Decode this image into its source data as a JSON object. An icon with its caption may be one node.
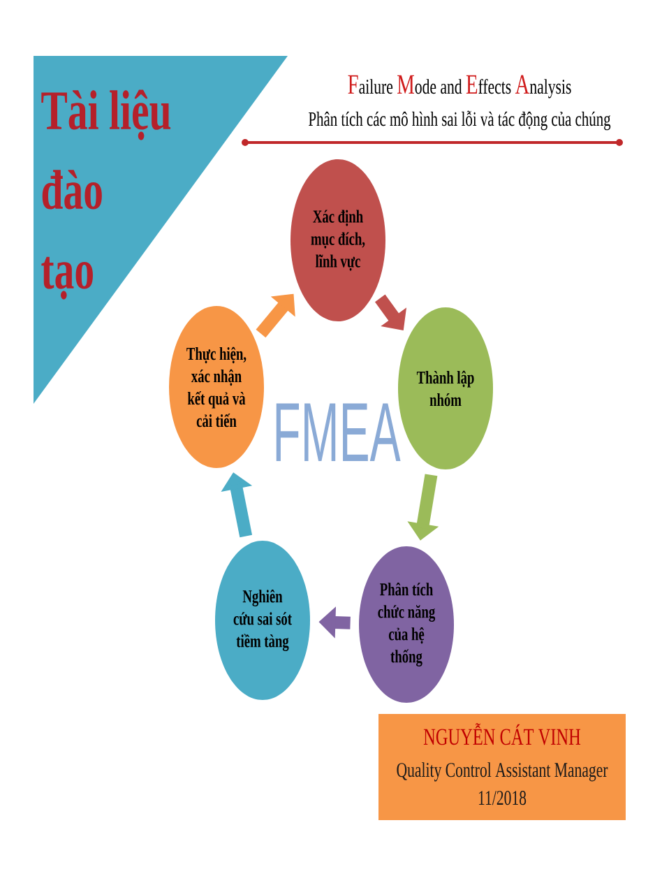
{
  "diagram": {
    "title": "Failure Mode and Effects Analysis",
    "nodes": [
      {
        "text": [
          "Tài liệu đào tạo"
        ]
      },
      {
        "text": [
          "Xác định mục đích, lĩnh vực"
        ]
      },
      {
        "text": [
          "Thành lập nhóm"
        ]
      },
      {
        "text": [
          "Phân tích chức năng của hệ thống"
        ]
      },
      {
        "text": [
          "Nghiên cứu sai sót tiềm tàng"
        ]
      },
      {
        "text": [
          "Thực hiện, xác nhận kết quả và cải tiến"
        ]
      },
      {
        "text": [
          "NGUYỄN CÁT VINH",
          "Quality Control Assistant Manager",
          "11/2018"
        ]
      }
    ],
    "edges": [
      {
        "from": 1,
        "to": 2,
        "arrow": "to",
        "color": "#c0504d"
      },
      {
        "from": 2,
        "to": 3,
        "arrow": "to",
        "color": "#9bbb59"
      },
      {
        "from": 3,
        "to": 4,
        "arrow": "to",
        "color": "#8064a2"
      },
      {
        "from": 4,
        "to": 5,
        "arrow": "to",
        "color": "#4bacc6"
      },
      {
        "from": 5,
        "to": 1,
        "arrow": "to",
        "color": "#f79646"
      }
    ],
    "labels": [
      "Phân tích các mô hình sai lỗi và tác động của chúng",
      "FMEA"
    ]
  }
}
